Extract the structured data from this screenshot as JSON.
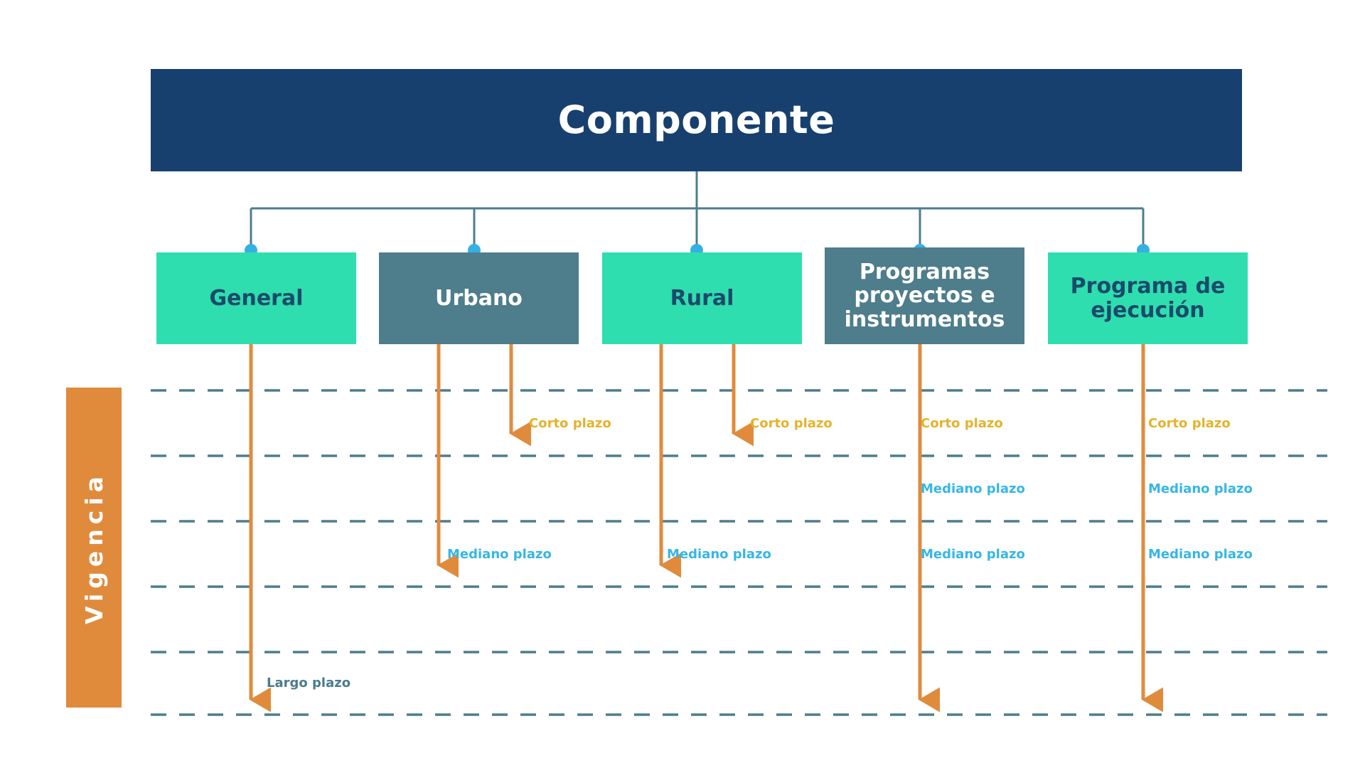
{
  "header": {
    "title": "Componente",
    "bg_color": "#18406f",
    "text_color": "#ffffff"
  },
  "axis": {
    "label": "Vigencia",
    "bg_color": "#e08b3c",
    "text_color": "#ffffff"
  },
  "palette": {
    "green": "#2fdeae",
    "slate": "#4e7d8c",
    "navy_text": "#1b4a6b",
    "white_text": "#ffffff",
    "connector": "#4e7d8c",
    "node_dot": "#35b0e3",
    "arrow": "#e08b3c",
    "dashed_line": "#4e7d8c",
    "corto": "#e4b32c",
    "mediano": "#35b6e8",
    "largo": "#4a7c8c"
  },
  "categories": [
    {
      "label": "General",
      "fill": "#2fdeae",
      "text_color": "#1b4a6b"
    },
    {
      "label": "Urbano",
      "fill": "#4e7d8c",
      "text_color": "#ffffff"
    },
    {
      "label": "Rural",
      "fill": "#2fdeae",
      "text_color": "#1b4a6b"
    },
    {
      "label": "Programas proyectos e instrumentos",
      "fill": "#4e7d8c",
      "text_color": "#ffffff"
    },
    {
      "label": "Programa de ejecución",
      "fill": "#2fdeae",
      "text_color": "#1b4a6b"
    }
  ],
  "timeline_labels": [
    {
      "text": "Corto plazo",
      "tone": "corto"
    },
    {
      "text": "Corto plazo",
      "tone": "corto"
    },
    {
      "text": "Corto plazo",
      "tone": "corto"
    },
    {
      "text": "Corto plazo",
      "tone": "corto"
    },
    {
      "text": "Mediano plazo",
      "tone": "mediano"
    },
    {
      "text": "Mediano plazo",
      "tone": "mediano"
    },
    {
      "text": "Mediano plazo",
      "tone": "mediano"
    },
    {
      "text": "Mediano plazo",
      "tone": "mediano"
    },
    {
      "text": "Mediano plazo",
      "tone": "mediano"
    },
    {
      "text": "Mediano plazo",
      "tone": "mediano"
    },
    {
      "text": "Largo plazo",
      "tone": "largo"
    }
  ]
}
